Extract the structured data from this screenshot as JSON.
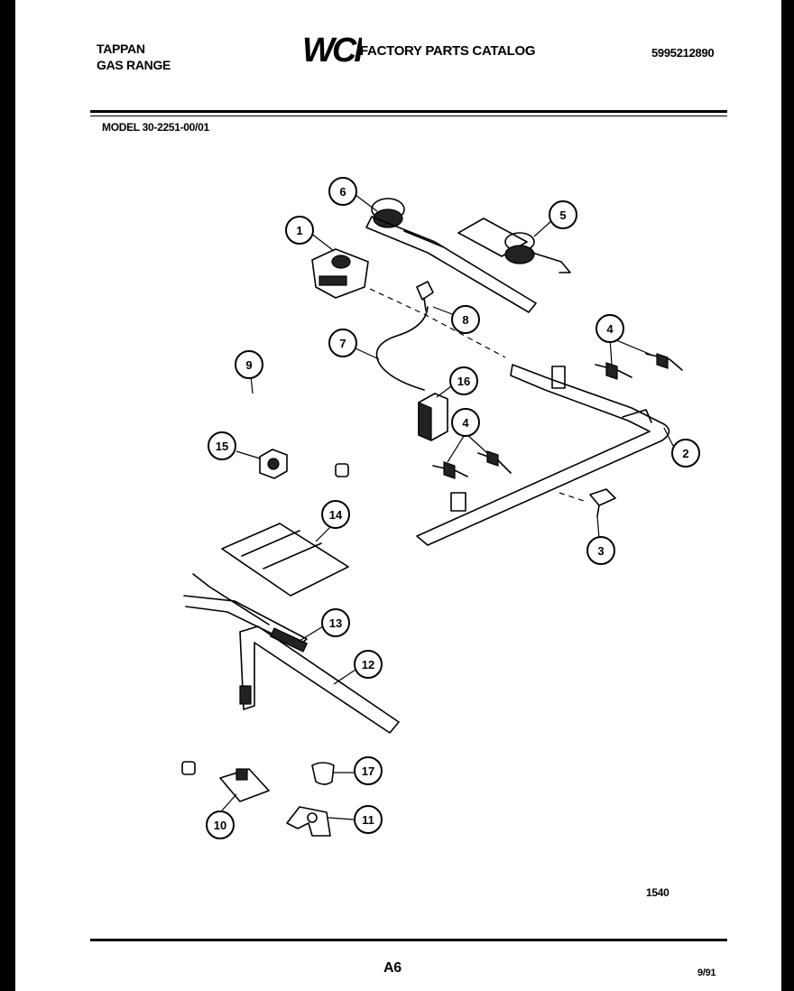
{
  "header": {
    "brand_line1": "TAPPAN",
    "brand_line2": "GAS RANGE",
    "logo_text": "WCI",
    "catalog_title": "FACTORY PARTS CATALOG",
    "catalog_number": "5995212890"
  },
  "model_line": "MODEL 30-2251-00/01",
  "callouts": [
    {
      "id": "1",
      "label": "1"
    },
    {
      "id": "2",
      "label": "2"
    },
    {
      "id": "3",
      "label": "3"
    },
    {
      "id": "4a",
      "label": "4"
    },
    {
      "id": "4b",
      "label": "4"
    },
    {
      "id": "5",
      "label": "5"
    },
    {
      "id": "6",
      "label": "6"
    },
    {
      "id": "7",
      "label": "7"
    },
    {
      "id": "8",
      "label": "8"
    },
    {
      "id": "9",
      "label": "9"
    },
    {
      "id": "10",
      "label": "10"
    },
    {
      "id": "11",
      "label": "11"
    },
    {
      "id": "12",
      "label": "12"
    },
    {
      "id": "13",
      "label": "13"
    },
    {
      "id": "14",
      "label": "14"
    },
    {
      "id": "15",
      "label": "15"
    },
    {
      "id": "16",
      "label": "16"
    },
    {
      "id": "17",
      "label": "17"
    }
  ],
  "footer": {
    "diagram_code": "1540",
    "page_number": "A6",
    "print_date": "9/91"
  }
}
